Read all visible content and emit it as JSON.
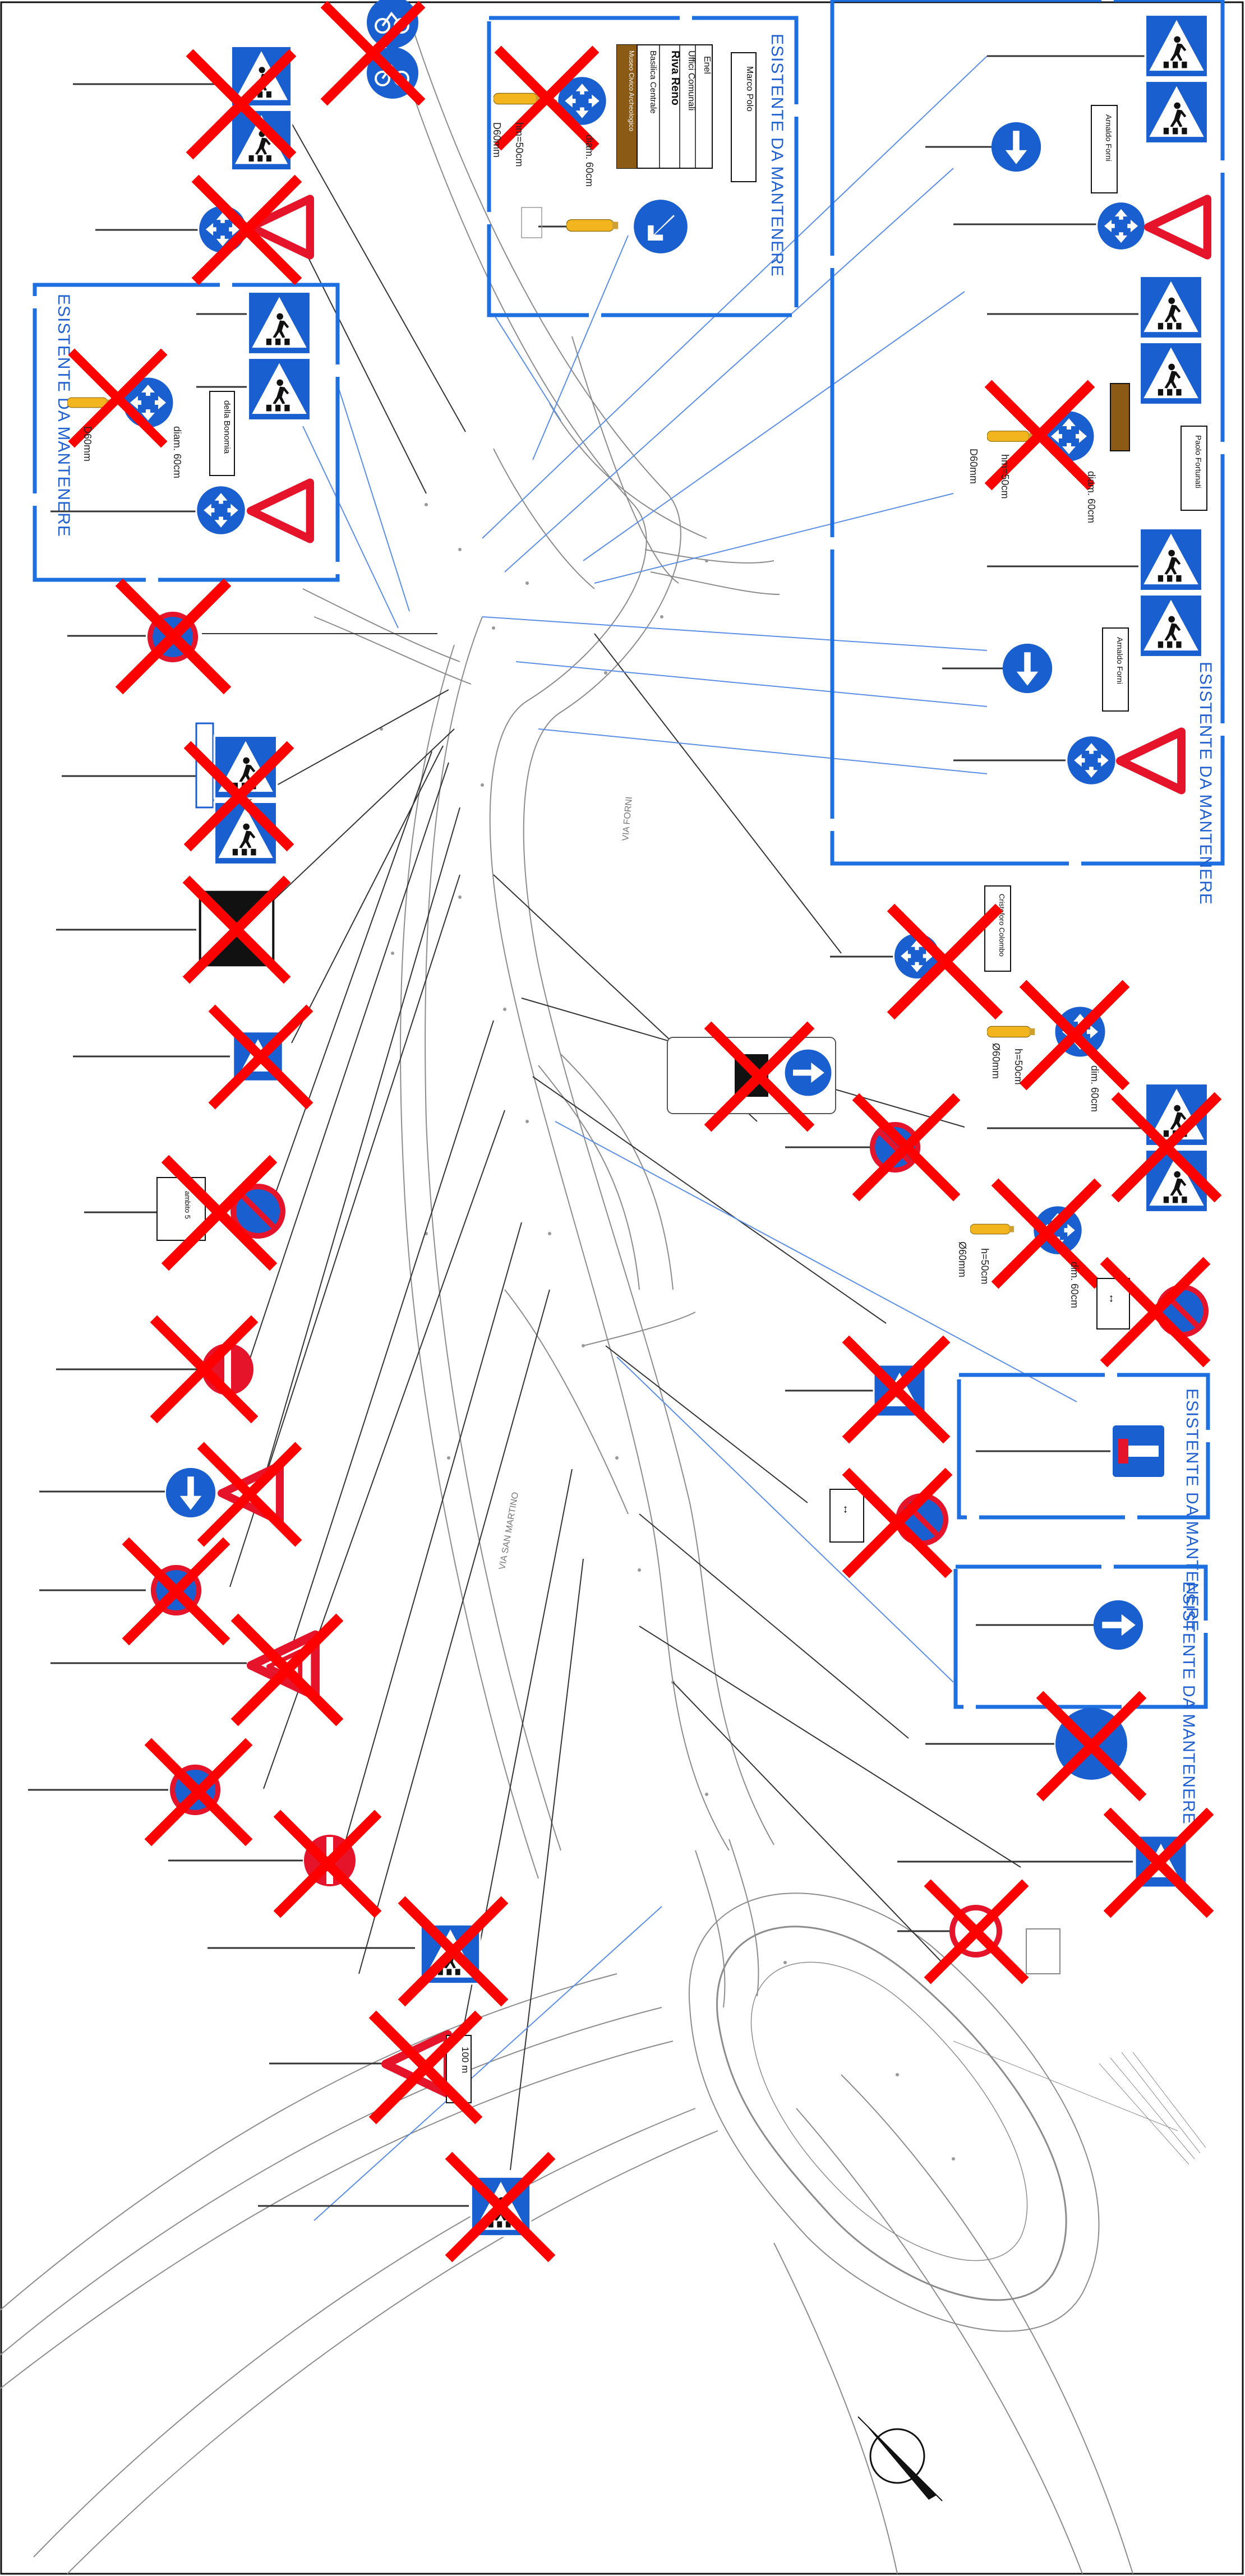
{
  "drawing": {
    "existing_label": "ESISTENTE DA MANTENERE",
    "dims": {
      "diam_60": "diam. 60cm",
      "diam_60_alt": "dim. 60cm",
      "d_60": "D60mm",
      "d_60_alt": "Ø60mm",
      "h_50": "h=50cm",
      "hm_50": "hm=50cm"
    },
    "streets": [
      "Arnaldo Forni",
      "Arnaldo Forni",
      "Paolo Fortunati",
      "Marco Polo",
      "della Bonomia",
      "Cristoforo Colombo"
    ],
    "direction_sign": {
      "lines": [
        "Enel",
        "Uffici Comunali",
        "Riva Reno",
        "Basilica Centrale",
        "Museo Civico Archeologico"
      ]
    },
    "plates": {
      "distance_100m": "100 m",
      "arrows_lr": "↔",
      "parking_note": "ambito 5"
    },
    "road_text": [
      "VIA SAN MARTINO",
      "VIA FORNI"
    ],
    "colors": {
      "sign_blue": "#1a5fd0",
      "sign_red": "#e5142b",
      "cross_red": "#ff0000",
      "frame_blue": "#1e6fe0",
      "leader_blue": "#5b8ee6",
      "road_grey": "#8c8c8c",
      "brown": "#8b5a14",
      "yellow": "#f2b51d"
    }
  }
}
